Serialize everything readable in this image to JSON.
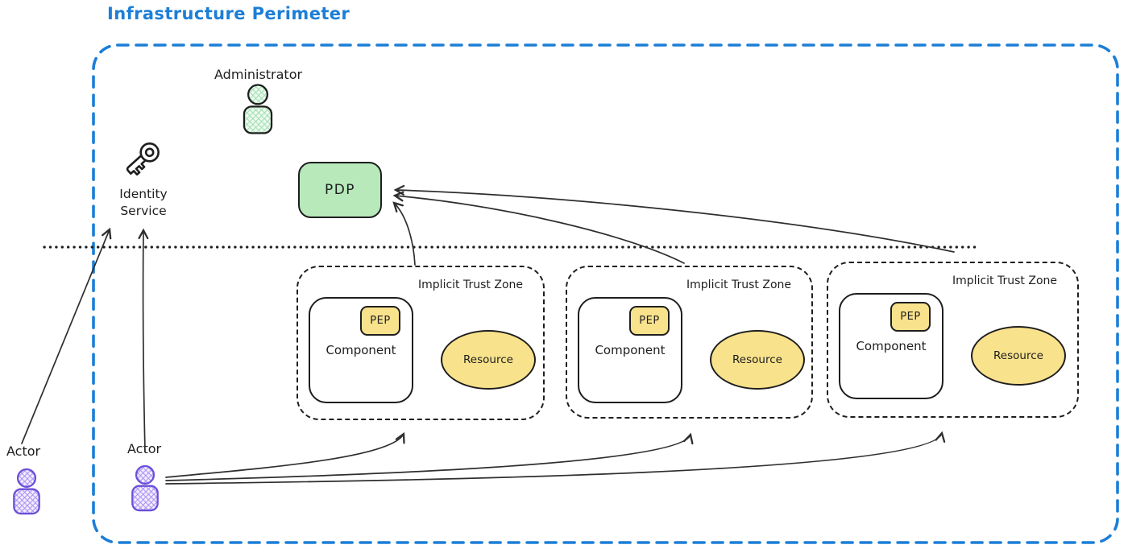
{
  "title": "Infrastructure Perimeter",
  "administrator": {
    "label": "Administrator"
  },
  "identity_service": {
    "line1": "Identity",
    "line2": "Service"
  },
  "pdp": {
    "label": "PDP"
  },
  "zones": [
    {
      "label": "Implicit Trust Zone",
      "component": "Component",
      "pep": "PEP",
      "resource": "Resource"
    },
    {
      "label": "Implicit Trust Zone",
      "component": "Component",
      "pep": "PEP",
      "resource": "Resource"
    },
    {
      "label": "Implicit Trust Zone",
      "component": "Component",
      "pep": "PEP",
      "resource": "Resource"
    }
  ],
  "actors": {
    "outside_label": "Actor",
    "inside_label": "Actor"
  },
  "icons": {
    "administrator": "person-icon",
    "identity_service": "key-icon",
    "actor_outside": "person-icon",
    "actor_inside": "person-icon"
  },
  "colors": {
    "blue": "#1c7ed6",
    "ink": "#1e1e1e",
    "arrow": "#2e2e2e",
    "green_fill": "#b7e9bb",
    "yellow_fill": "#f8e28c",
    "purple": "#6a4fd8",
    "hatch_green": "#9fdfae",
    "hatch_green_bg": "#eefaf1",
    "hatch_purple": "#a78df5",
    "hatch_purple_bg": "#f2edfd"
  }
}
